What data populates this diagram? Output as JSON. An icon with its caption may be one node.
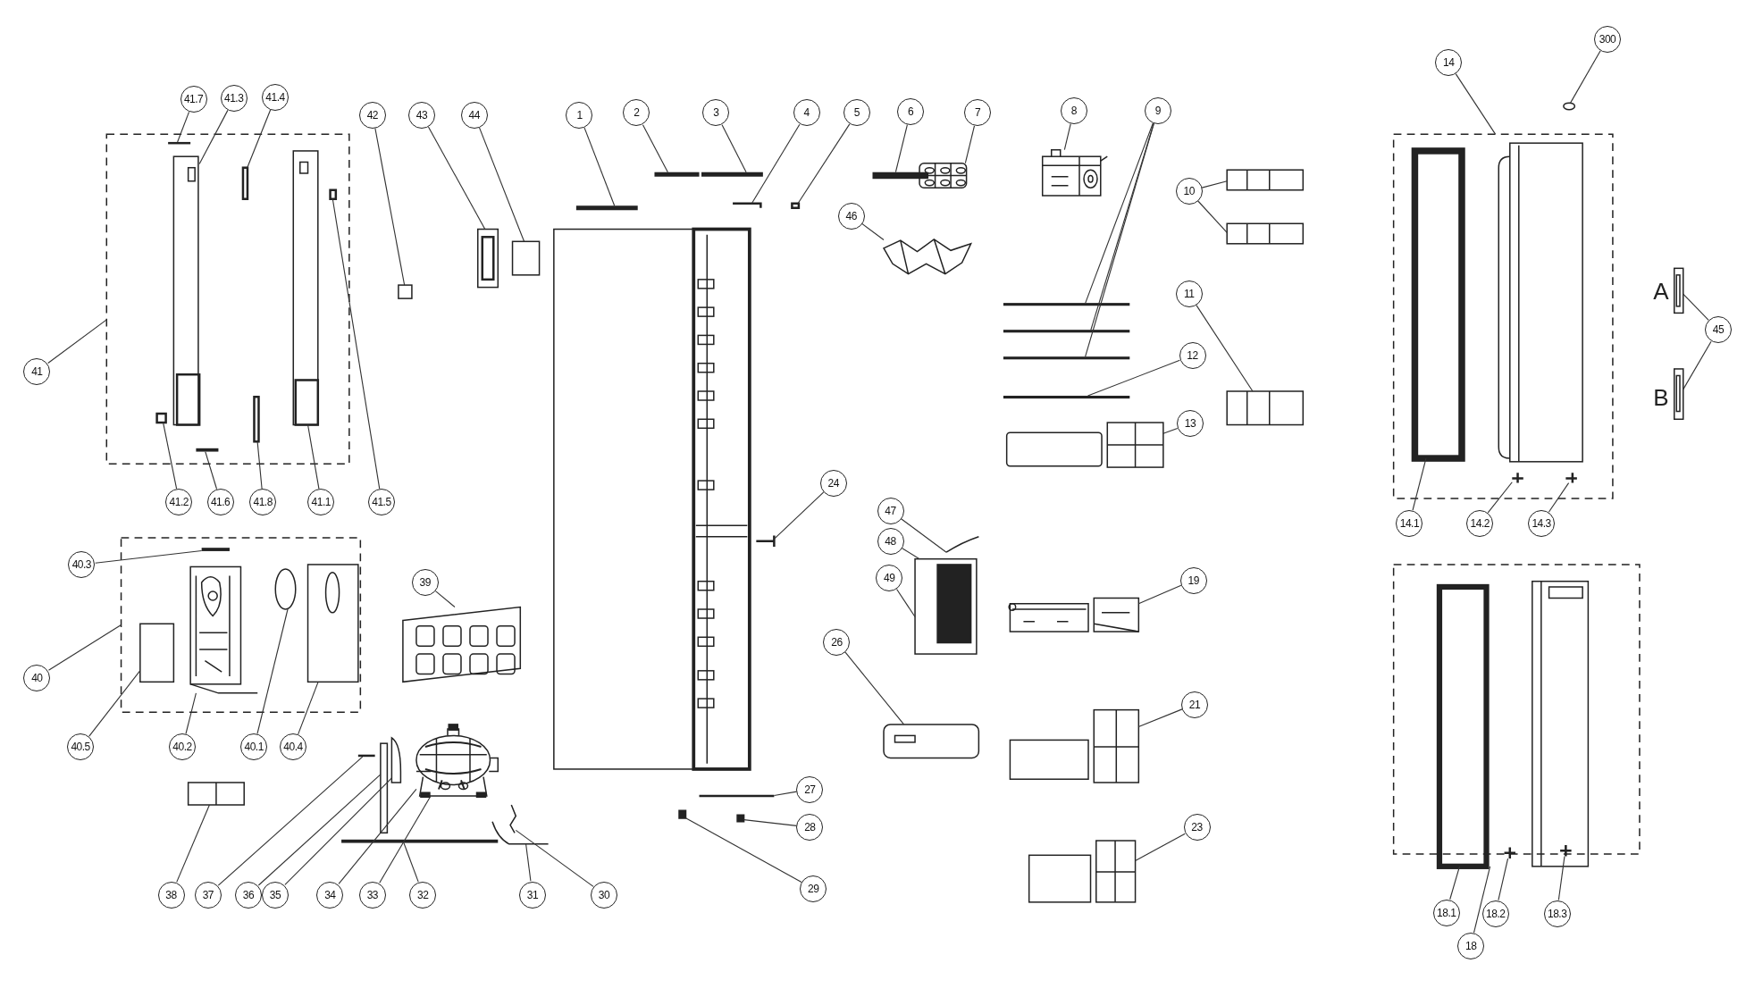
{
  "diagram": {
    "nodes": [
      {
        "text": [
          "41.7"
        ]
      },
      {
        "text": [
          "41.3"
        ]
      },
      {
        "text": [
          "41.4"
        ]
      },
      {
        "text": [
          "42"
        ]
      },
      {
        "text": [
          "43"
        ]
      },
      {
        "text": [
          "44"
        ]
      },
      {
        "text": [
          "1"
        ]
      },
      {
        "text": [
          "2"
        ]
      },
      {
        "text": [
          "3"
        ]
      },
      {
        "text": [
          "4"
        ]
      },
      {
        "text": [
          "5"
        ]
      },
      {
        "text": [
          "6"
        ]
      },
      {
        "text": [
          "7"
        ]
      },
      {
        "text": [
          "8"
        ]
      },
      {
        "text": [
          "9"
        ]
      },
      {
        "text": [
          "10"
        ]
      },
      {
        "text": [
          "14"
        ]
      },
      {
        "text": [
          "300"
        ]
      },
      {
        "text": [
          "46"
        ]
      },
      {
        "text": [
          "11"
        ]
      },
      {
        "text": [
          "12"
        ]
      },
      {
        "text": [
          "13"
        ]
      },
      {
        "text": [
          "41"
        ]
      },
      {
        "text": [
          "45"
        ]
      },
      {
        "text": [
          "41.2"
        ]
      },
      {
        "text": [
          "41.6"
        ]
      },
      {
        "text": [
          "41.8"
        ]
      },
      {
        "text": [
          "41.1"
        ]
      },
      {
        "text": [
          "41.5"
        ]
      },
      {
        "text": [
          "14.1"
        ]
      },
      {
        "text": [
          "14.2"
        ]
      },
      {
        "text": [
          "14.3"
        ]
      },
      {
        "text": [
          "24"
        ]
      },
      {
        "text": [
          "47"
        ]
      },
      {
        "text": [
          "48"
        ]
      },
      {
        "text": [
          "49"
        ]
      },
      {
        "text": [
          "40.3"
        ]
      },
      {
        "text": [
          "19"
        ]
      },
      {
        "text": [
          "39"
        ]
      },
      {
        "text": [
          "26"
        ]
      },
      {
        "text": [
          "40"
        ]
      },
      {
        "text": [
          "40.5"
        ]
      },
      {
        "text": [
          "40.2"
        ]
      },
      {
        "text": [
          "40.1"
        ]
      },
      {
        "text": [
          "40.4"
        ]
      },
      {
        "text": [
          "21"
        ]
      },
      {
        "text": [
          "38"
        ]
      },
      {
        "text": [
          "37"
        ]
      },
      {
        "text": [
          "36"
        ]
      },
      {
        "text": [
          "35"
        ]
      },
      {
        "text": [
          "34"
        ]
      },
      {
        "text": [
          "33"
        ]
      },
      {
        "text": [
          "32"
        ]
      },
      {
        "text": [
          "31"
        ]
      },
      {
        "text": [
          "30"
        ]
      },
      {
        "text": [
          "27"
        ]
      },
      {
        "text": [
          "28"
        ]
      },
      {
        "text": [
          "29"
        ]
      },
      {
        "text": [
          "23"
        ]
      },
      {
        "text": [
          "18.1"
        ]
      },
      {
        "text": [
          "18.2"
        ]
      },
      {
        "text": [
          "18.3"
        ]
      },
      {
        "text": [
          "18"
        ]
      },
      {
        "text": [],
        "shape": "box"
      },
      {
        "text": [],
        "shape": "box"
      },
      {
        "text": [],
        "shape": "box"
      },
      {
        "text": [],
        "shape": "box"
      },
      {
        "text": [],
        "shape": "bar",
        "in": 63
      },
      {
        "text": [],
        "shape": "picture",
        "in": 63
      },
      {
        "text": [],
        "shape": "box",
        "in": 63
      },
      {
        "text": [],
        "shape": "picture",
        "in": 63
      },
      {
        "text": [],
        "shape": "box",
        "in": 63
      },
      {
        "text": [],
        "shape": "box",
        "in": 63
      },
      {
        "text": [],
        "shape": "bar",
        "in": 63
      },
      {
        "text": [],
        "shape": "box",
        "in": 63
      },
      {
        "text": [],
        "shape": "box"
      },
      {
        "text": [],
        "shape": "picture"
      },
      {
        "text": [],
        "shape": "box"
      },
      {
        "text": [],
        "shape": "bar"
      },
      {
        "text": [],
        "shape": "bar"
      },
      {
        "text": [],
        "shape": "bar"
      },
      {
        "text": [],
        "shape": "picture"
      },
      {
        "text": [],
        "shape": "box"
      },
      {
        "text": [],
        "shape": "bar"
      },
      {
        "text": [],
        "shape": "picture"
      },
      {
        "text": [],
        "shape": "picture"
      },
      {
        "text": [],
        "shape": "picture"
      },
      {
        "text": [],
        "shape": "bar"
      },
      {
        "text": [],
        "shape": "bar"
      },
      {
        "text": [],
        "shape": "bar"
      },
      {
        "text": [],
        "shape": "bar"
      },
      {
        "text": [],
        "shape": "picture"
      },
      {
        "text": [],
        "shape": "picture"
      },
      {
        "text": [],
        "shape": "picture"
      },
      {
        "text": [],
        "shape": "picture"
      },
      {
        "text": [],
        "shape": "circle"
      },
      {
        "text": [],
        "shape": "box",
        "in": 65
      },
      {
        "text": [],
        "shape": "picture",
        "in": 65
      },
      {
        "text": [],
        "shape": "picture",
        "in": 65
      },
      {
        "text": [],
        "shape": "picture"
      },
      {
        "text": [],
        "shape": "picture"
      },
      {
        "text": [],
        "shape": "picture"
      },
      {
        "text": [],
        "shape": "picture"
      },
      {
        "text": [],
        "shape": "picture"
      },
      {
        "text": [],
        "shape": "picture"
      },
      {
        "text": [],
        "shape": "picture"
      },
      {
        "text": [],
        "shape": "picture"
      },
      {
        "text": [],
        "shape": "bar",
        "in": 64
      },
      {
        "text": [],
        "shape": "box",
        "in": 64
      },
      {
        "text": [],
        "shape": "picture",
        "in": 64
      },
      {
        "text": [],
        "shape": "circle",
        "in": 64
      },
      {
        "text": [],
        "shape": "picture",
        "in": 64
      },
      {
        "text": [],
        "shape": "picture"
      },
      {
        "text": [],
        "shape": "picture"
      },
      {
        "text": [],
        "shape": "bar"
      },
      {
        "text": [],
        "shape": "box"
      },
      {
        "text": [],
        "shape": "picture"
      },
      {
        "text": [],
        "shape": "picture"
      },
      {
        "text": [],
        "shape": "bar"
      },
      {
        "text": [],
        "shape": "picture"
      },
      {
        "text": [],
        "shape": "picture"
      },
      {
        "text": [],
        "shape": "bar"
      },
      {
        "text": [],
        "shape": "box"
      },
      {
        "text": [],
        "shape": "box"
      },
      {
        "text": [],
        "shape": "picture"
      },
      {
        "text": [],
        "shape": "box",
        "in": 66
      },
      {
        "text": [],
        "shape": "picture",
        "in": 66
      },
      {
        "text": [],
        "shape": "picture",
        "in": 66
      }
    ],
    "edges": [
      {
        "from": 0,
        "to": 67,
        "arrow": "none"
      },
      {
        "from": 1,
        "to": 68,
        "arrow": "none"
      },
      {
        "from": 2,
        "to": 69,
        "arrow": "none"
      },
      {
        "from": 3,
        "to": 75,
        "arrow": "none"
      },
      {
        "from": 4,
        "to": 76,
        "arrow": "none"
      },
      {
        "from": 5,
        "to": 77,
        "arrow": "none"
      },
      {
        "from": 6,
        "to": 78,
        "arrow": "none"
      },
      {
        "from": 7,
        "to": 79,
        "arrow": "none"
      },
      {
        "from": 8,
        "to": 80,
        "arrow": "none"
      },
      {
        "from": 9,
        "to": 81,
        "arrow": "none"
      },
      {
        "from": 10,
        "to": 82,
        "arrow": "none"
      },
      {
        "from": 11,
        "to": 83,
        "arrow": "none"
      },
      {
        "from": 12,
        "to": 84,
        "arrow": "none"
      },
      {
        "from": 13,
        "to": 85,
        "arrow": "none"
      },
      {
        "from": 14,
        "to": 87,
        "arrow": "none"
      },
      {
        "from": 14,
        "to": 88,
        "arrow": "none"
      },
      {
        "from": 14,
        "to": 89,
        "arrow": "none"
      },
      {
        "from": 15,
        "to": 92,
        "arrow": "none"
      },
      {
        "from": 15,
        "to": 93,
        "arrow": "none"
      },
      {
        "from": 16,
        "to": 65,
        "arrow": "none"
      },
      {
        "from": 17,
        "to": 95,
        "arrow": "none"
      },
      {
        "from": 18,
        "to": 86,
        "arrow": "none"
      },
      {
        "from": 19,
        "to": 94,
        "arrow": "none"
      },
      {
        "from": 20,
        "to": 90,
        "arrow": "none"
      },
      {
        "from": 21,
        "to": 91,
        "arrow": "none"
      },
      {
        "from": 22,
        "to": 63,
        "arrow": "none"
      },
      {
        "from": 23,
        "to": 99,
        "arrow": "none"
      },
      {
        "from": 23,
        "to": 100,
        "arrow": "none"
      },
      {
        "from": 24,
        "to": 72,
        "arrow": "none"
      },
      {
        "from": 25,
        "to": 73,
        "arrow": "none"
      },
      {
        "from": 26,
        "to": 74,
        "arrow": "none"
      },
      {
        "from": 27,
        "to": 70,
        "arrow": "none"
      },
      {
        "from": 28,
        "to": 71,
        "arrow": "none"
      },
      {
        "from": 29,
        "to": 96,
        "arrow": "none"
      },
      {
        "from": 30,
        "to": 97,
        "arrow": "none"
      },
      {
        "from": 31,
        "to": 98,
        "arrow": "none"
      },
      {
        "from": 32,
        "to": 101,
        "arrow": "none"
      },
      {
        "from": 33,
        "to": 102,
        "arrow": "none"
      },
      {
        "from": 34,
        "to": 103,
        "arrow": "none"
      },
      {
        "from": 35,
        "to": 103,
        "arrow": "none"
      },
      {
        "from": 36,
        "to": 107,
        "arrow": "none"
      },
      {
        "from": 37,
        "to": 104,
        "arrow": "none"
      },
      {
        "from": 38,
        "to": 105,
        "arrow": "none"
      },
      {
        "from": 39,
        "to": 106,
        "arrow": "none"
      },
      {
        "from": 40,
        "to": 64,
        "arrow": "none"
      },
      {
        "from": 41,
        "to": 108,
        "arrow": "none"
      },
      {
        "from": 42,
        "to": 109,
        "arrow": "none"
      },
      {
        "from": 43,
        "to": 110,
        "arrow": "none"
      },
      {
        "from": 44,
        "to": 111,
        "arrow": "none"
      },
      {
        "from": 45,
        "to": 112,
        "arrow": "none"
      },
      {
        "from": 46,
        "to": 113,
        "arrow": "none"
      },
      {
        "from": 47,
        "to": 114,
        "arrow": "none"
      },
      {
        "from": 48,
        "to": 115,
        "arrow": "none"
      },
      {
        "from": 49,
        "to": 116,
        "arrow": "none"
      },
      {
        "from": 50,
        "to": 117,
        "arrow": "none"
      },
      {
        "from": 51,
        "to": 117,
        "arrow": "none"
      },
      {
        "from": 52,
        "to": 118,
        "arrow": "none"
      },
      {
        "from": 53,
        "to": 119,
        "arrow": "none"
      },
      {
        "from": 54,
        "to": 120,
        "arrow": "none"
      },
      {
        "from": 55,
        "to": 121,
        "arrow": "none"
      },
      {
        "from": 56,
        "to": 122,
        "arrow": "none"
      },
      {
        "from": 57,
        "to": 123,
        "arrow": "none"
      },
      {
        "from": 58,
        "to": 124,
        "arrow": "none"
      },
      {
        "from": 59,
        "to": 125,
        "arrow": "none"
      },
      {
        "from": 60,
        "to": 126,
        "arrow": "none"
      },
      {
        "from": 61,
        "to": 127,
        "arrow": "none"
      },
      {
        "from": 62,
        "to": 66,
        "arrow": "none"
      }
    ],
    "labels": [
      "A",
      "B"
    ]
  }
}
